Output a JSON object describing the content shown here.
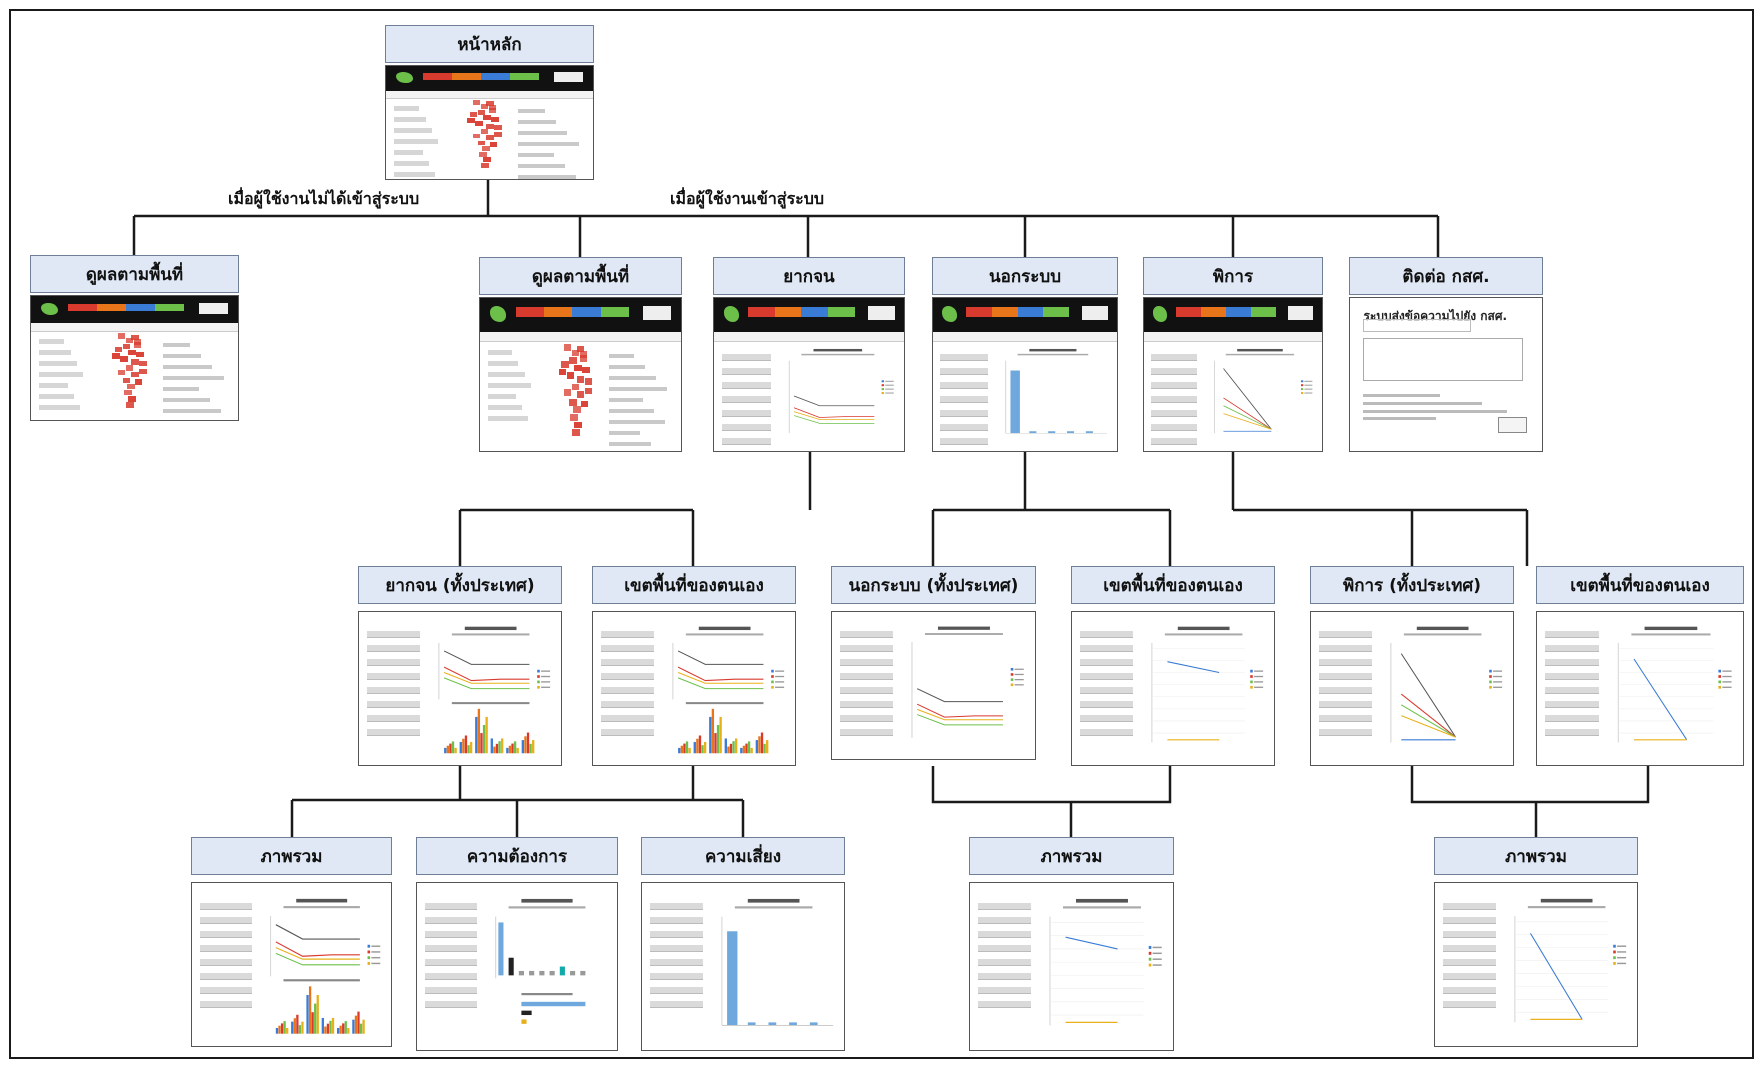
{
  "nodes": {
    "home": "หน้าหลัก",
    "guest_area": "ดูผลตามพื้นที่",
    "user_area": "ดูผลตามพื้นที่",
    "poor": "ยากจน",
    "out_of_school": "นอกระบบ",
    "disabled": "พิการ",
    "contact": "ติดต่อ กสศ.",
    "poor_national": "ยากจน (ทั้งประเทศ)",
    "poor_own_area": "เขตพื้นที่ของตนเอง",
    "out_national": "นอกระบบ (ทั้งประเทศ)",
    "out_own_area": "เขตพื้นที่ของตนเอง",
    "disabled_national": "พิการ (ทั้งประเทศ)",
    "disabled_own_area": "เขตพื้นที่ของตนเอง",
    "poor_overview": "ภาพรวม",
    "poor_needs": "ความต้องการ",
    "poor_risk": "ความเสี่ยง",
    "out_overview": "ภาพรวม",
    "disabled_overview": "ภาพรวม"
  },
  "edges": {
    "not_logged_in": "เมื่อผู้ใช้งานไม่ได้เข้าสู่ระบบ",
    "logged_in": "เมื่อผู้ใช้งานเข้าสู่ระบบ"
  },
  "contact_thumb": {
    "heading": "ระบบส่งข้อความไปยัง กสศ."
  },
  "colors": {
    "title_bg": "#dfe8f4",
    "title_border": "#6f7f95",
    "connector": "#1a1a1a",
    "header_bar": [
      "#d83a2e",
      "#e8751a",
      "#3a7bd5",
      "#6cc04a"
    ],
    "map_red": "#d83a2e"
  }
}
